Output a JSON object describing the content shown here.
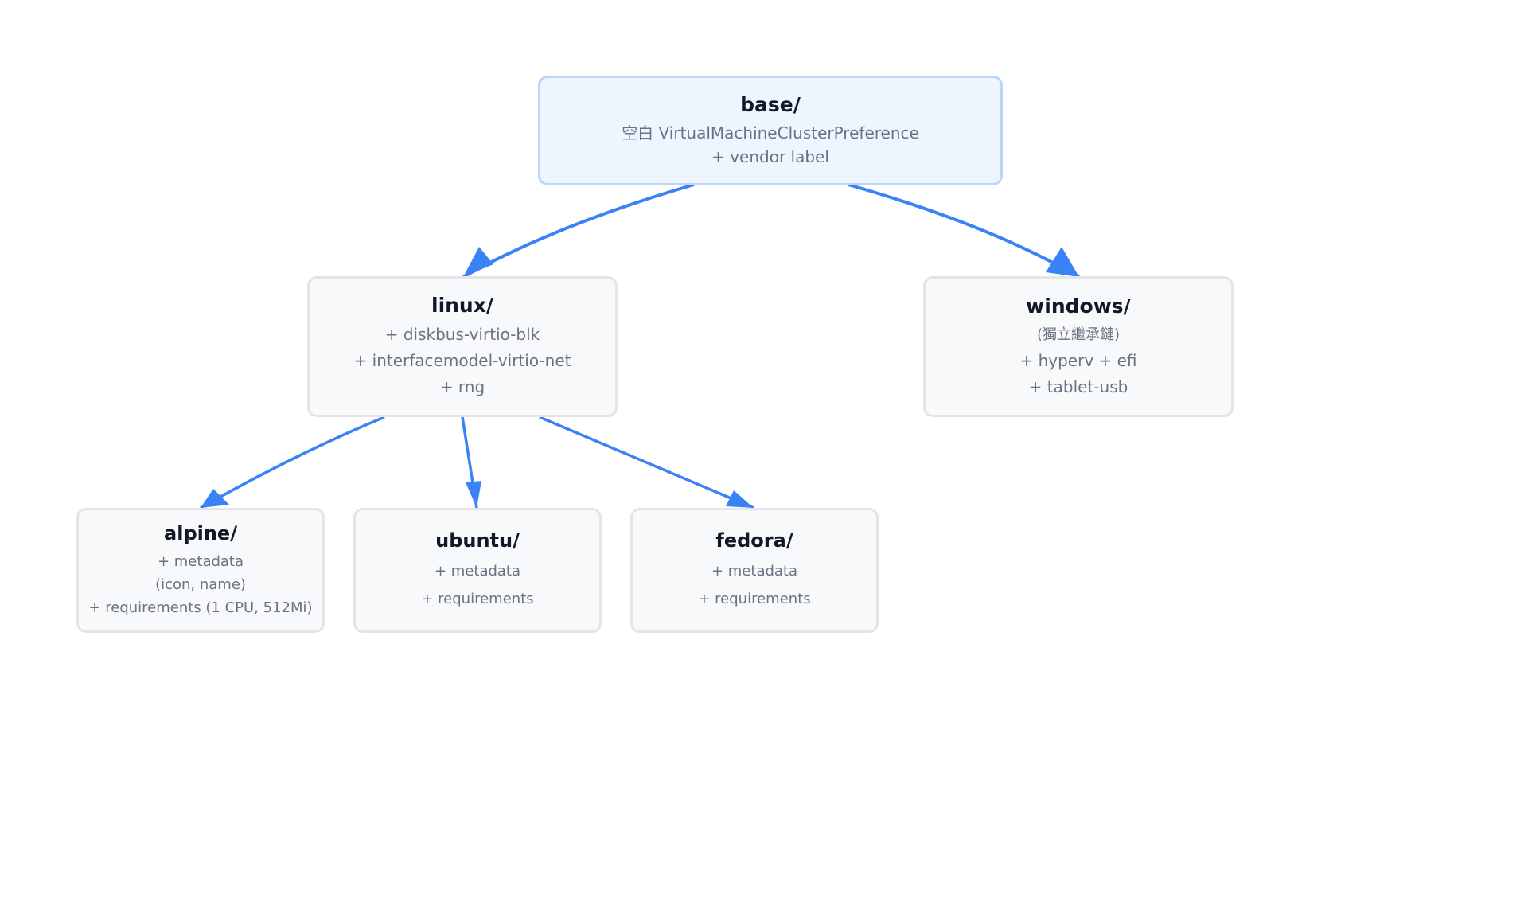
{
  "colors": {
    "edge": "#3b82f6",
    "root_fill": "#eef5fe",
    "root_border": "#bcd6fb",
    "node_fill": "#f8f9fb",
    "node_border": "#e3e5e9"
  },
  "nodes": {
    "base": {
      "title": "base/",
      "lines": [
        "空白 VirtualMachineClusterPreference",
        "+ vendor label"
      ]
    },
    "linux": {
      "title": "linux/",
      "lines": [
        "+ diskbus-virtio-blk",
        "+ interfacemodel-virtio-net",
        "+ rng"
      ]
    },
    "windows": {
      "title": "windows/",
      "lines": [
        "(獨立繼承鏈)",
        "+ hyperv + efi",
        "+ tablet-usb"
      ]
    },
    "alpine": {
      "title": "alpine/",
      "lines": [
        "+ metadata",
        "(icon, name)",
        "+ requirements (1 CPU, 512Mi)"
      ]
    },
    "ubuntu": {
      "title": "ubuntu/",
      "lines": [
        "+ metadata",
        "+ requirements"
      ]
    },
    "fedora": {
      "title": "fedora/",
      "lines": [
        "+ metadata",
        "+ requirements"
      ]
    }
  },
  "edges": [
    {
      "from": "base",
      "to": "linux"
    },
    {
      "from": "base",
      "to": "windows"
    },
    {
      "from": "linux",
      "to": "alpine"
    },
    {
      "from": "linux",
      "to": "ubuntu"
    },
    {
      "from": "linux",
      "to": "fedora"
    }
  ]
}
